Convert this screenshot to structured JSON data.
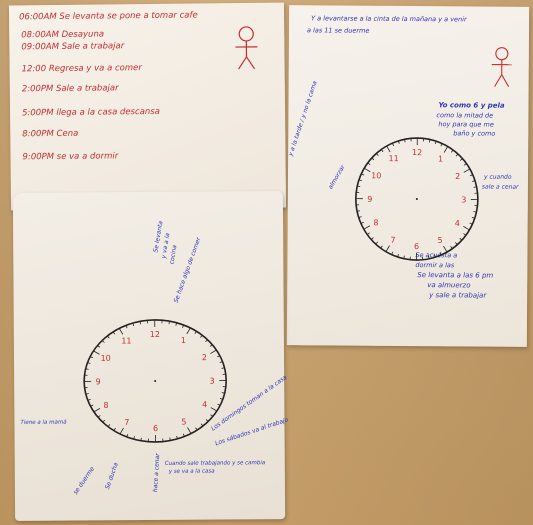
{
  "schedule": {
    "items": [
      "06:00AM Se levanta se pone a tomar cafe",
      "08:00AM Desayuna",
      "09:00AM Sale a trabajar",
      "12:00 Regresa y va a comer",
      "2:00PM Sale a trabajar",
      "5:00PM llega a la casa descansa",
      "8:00PM Cena",
      "9:00PM se va a dormir"
    ]
  },
  "right_poster": {
    "header_line1": "Y a levantarse  a la cinta de la mañana  y a venir",
    "header_line2": "a las 11 se duerme",
    "top_note_line1": "Yo como 6 y pela",
    "top_note_line2": "como la mitad de",
    "top_note_line3": "hoy para que  me",
    "top_note_line4": "baño y como",
    "left_note1": "y a la tarde  / y no la cama",
    "left_note2": "almorzar",
    "bottom_note_line1": "Se levanta  a las 6 pm",
    "bottom_note_line2": "va  almuerzo",
    "bottom_note_line3": "y  sale a trabajar",
    "side_note_line1": "Se acuesta a",
    "side_note_line2": "dormir a las",
    "mid_note_line1": "y cuando",
    "mid_note_line2": "sale a cenar",
    "clock_numbers": [
      "12",
      "1",
      "2",
      "3",
      "4",
      "5",
      "6",
      "7",
      "8",
      "9",
      "10",
      "11"
    ]
  },
  "bottom_poster": {
    "clock_numbers": [
      "12",
      "1",
      "2",
      "3",
      "4",
      "5",
      "6",
      "7",
      "8",
      "9",
      "10",
      "11"
    ],
    "note_top_line1": "Se levanta",
    "note_top_line2": "y va a la",
    "note_top_line3": "cocina",
    "note_top2": "Se hace algo de comer",
    "note_right1": "Los domingos toman a la casa",
    "note_right2": "Los sábados va al trabajo",
    "note_bottom1_line1": "Cuando sale trabajando y se cambia",
    "note_bottom1_line2": "y se va a la casa",
    "note_bottom2": "hace a cenar",
    "note_bottom3": "Se ducha",
    "note_bottom4": "se duerme",
    "note_left": "Tiene a la mamá"
  },
  "colors": {
    "red_ink": "#c4302f",
    "blue_ink": "#2f37b5",
    "paper": "#f4efe6",
    "wall": "#c9a46e"
  }
}
